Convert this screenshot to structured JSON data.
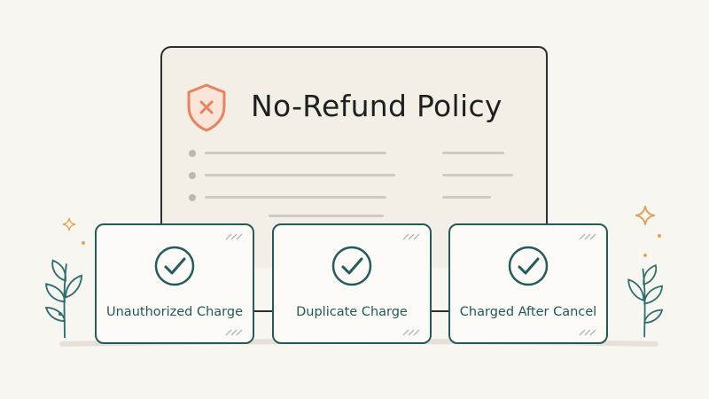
{
  "document": {
    "title": "No-Refund Policy",
    "icon": "shield-x-icon",
    "accent_color": "#e8835e"
  },
  "cards": [
    {
      "label": "Unauthorized Charge",
      "icon": "check-circle-icon"
    },
    {
      "label": "Duplicate Charge",
      "icon": "check-circle-icon"
    },
    {
      "label": "Charged After Cancel",
      "icon": "check-circle-icon"
    }
  ],
  "colors": {
    "card_border": "#245c5a",
    "card_text": "#1f5a58",
    "sparkle": "#e0a458",
    "leaf": "#2f6f6c"
  }
}
